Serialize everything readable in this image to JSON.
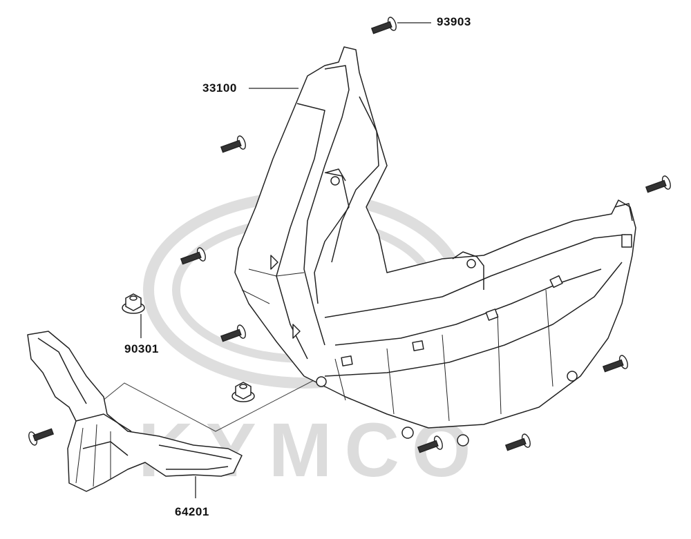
{
  "callouts": {
    "p93903": "93903",
    "p33100": "33100",
    "p90301": "90301",
    "p64201": "64201"
  },
  "watermark": {
    "text": "KYMCO"
  },
  "colors": {
    "line": "#222222",
    "watermark": "#dcdcdc",
    "fill": "#ffffff"
  },
  "icons": [
    "screw-icon",
    "flange-nut-icon"
  ]
}
